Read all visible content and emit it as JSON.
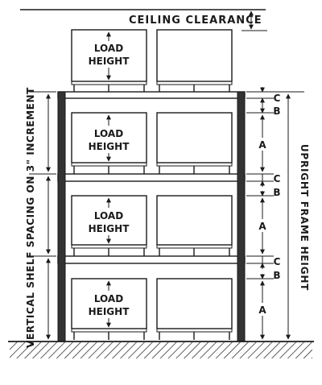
{
  "labels": {
    "ceiling_clearance": "CEILING CLEARANCE",
    "load_line1": "LOAD",
    "load_line2": "HEIGHT",
    "vertical_shelf_spacing": "VERTICAL SHELF SPACING ON 3\" INCREMENT",
    "upright_frame_height": "UPRIGHT FRAME HEIGHT",
    "dim_a": "A",
    "dim_b": "B",
    "dim_c": "C"
  }
}
